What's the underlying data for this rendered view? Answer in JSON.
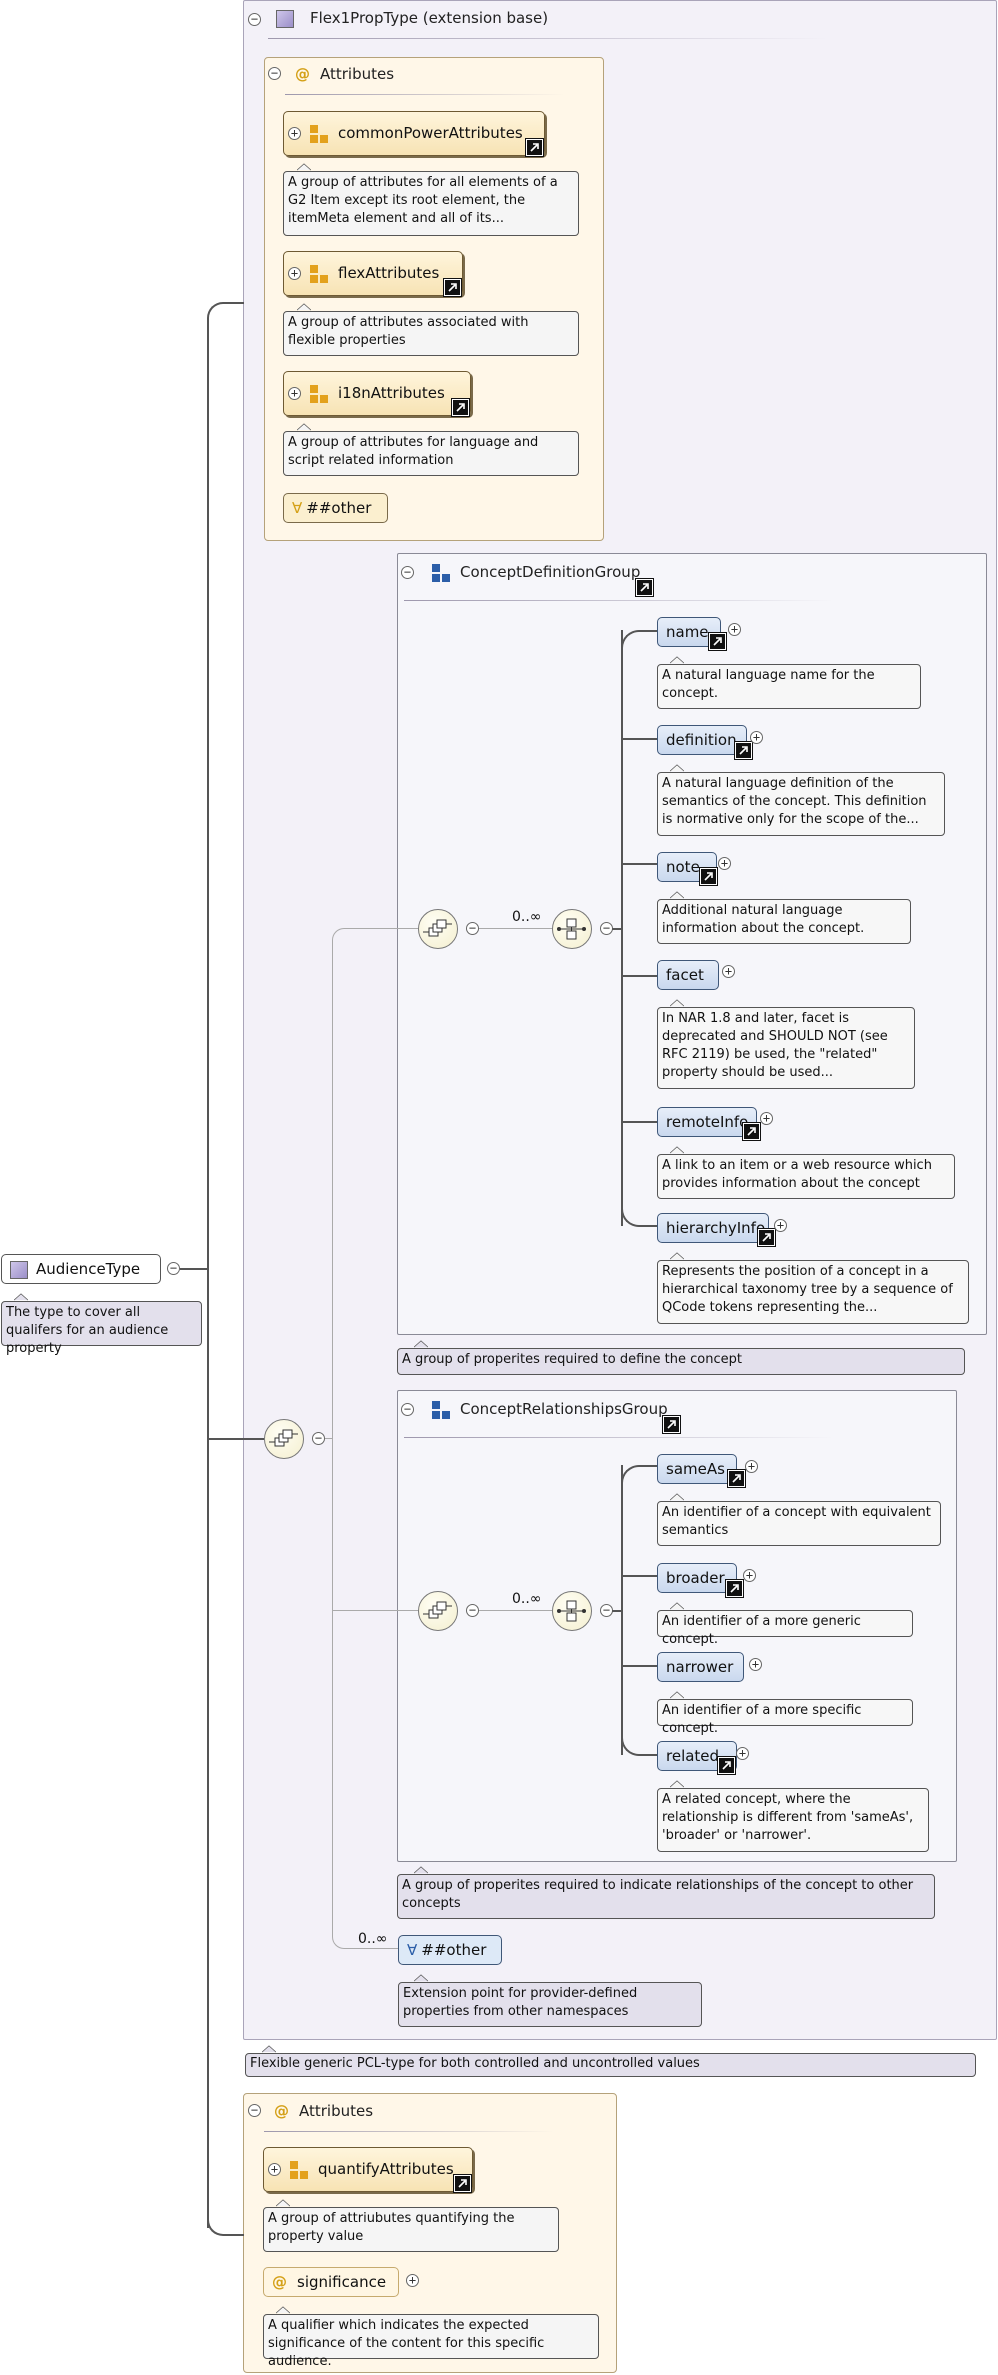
{
  "root": {
    "name": "AudienceType",
    "doc": "The type to cover all qualifers for an audience property"
  },
  "extension": {
    "title": "Flex1PropType (extension base)",
    "doc": "Flexible generic PCL-type for both controlled and uncontrolled values",
    "attributes": {
      "title": "Attributes",
      "groups": [
        {
          "name": "commonPowerAttributes",
          "doc": "A group of attributes for all elements of a G2 Item except its root element, the itemMeta element and all of its..."
        },
        {
          "name": "flexAttributes",
          "doc": "A group of attributes associated with flexible properties"
        },
        {
          "name": "i18nAttributes",
          "doc": "A group of attributes for language and script related information"
        }
      ],
      "any_attribute": "##other"
    },
    "concept_definition_group": {
      "title": "ConceptDefinitionGroup",
      "doc": "A group of properites required to define the concept",
      "occurrence": "0..∞",
      "elements": [
        {
          "name": "name",
          "doc": "A natural language name for the concept."
        },
        {
          "name": "definition",
          "doc": "A natural language definition of the semantics of the concept. This definition is normative only for the scope of the..."
        },
        {
          "name": "note",
          "doc": "Additional natural language information about the concept."
        },
        {
          "name": "facet",
          "doc": "In NAR 1.8 and later, facet is deprecated and SHOULD NOT (see RFC 2119) be used, the \"related\" property should be used..."
        },
        {
          "name": "remoteInfo",
          "doc": "A link to an item or a web resource which provides information about the concept"
        },
        {
          "name": "hierarchyInfo",
          "doc": "Represents the position of a concept in a hierarchical taxonomy tree by a sequence of QCode tokens representing the..."
        }
      ]
    },
    "concept_relationships_group": {
      "title": "ConceptRelationshipsGroup",
      "doc": "A group of properites required to indicate relationships of the concept to other concepts",
      "occurrence": "0..∞",
      "elements": [
        {
          "name": "sameAs",
          "doc": "An identifier of a concept with equivalent semantics"
        },
        {
          "name": "broader",
          "doc": "An identifier of a more generic concept."
        },
        {
          "name": "narrower",
          "doc": "An identifier of a more specific concept."
        },
        {
          "name": "related",
          "doc": "A related concept, where the relationship is different from 'sameAs', 'broader' or 'narrower'."
        }
      ]
    },
    "any_element": {
      "occurrence": "0..∞",
      "name": "##other",
      "doc": "Extension point for provider-defined properties from other namespaces"
    }
  },
  "own_attributes": {
    "title": "Attributes",
    "group": {
      "name": "quantifyAttributes",
      "doc": "A group of attriubutes quantifying the property value"
    },
    "attribute": {
      "name": "significance",
      "doc": "A qualifier which indicates the expected significance of the content for this specific audience."
    }
  },
  "symbols": {
    "expand": "+",
    "collapse": "−",
    "any": "∀",
    "at": "@"
  }
}
